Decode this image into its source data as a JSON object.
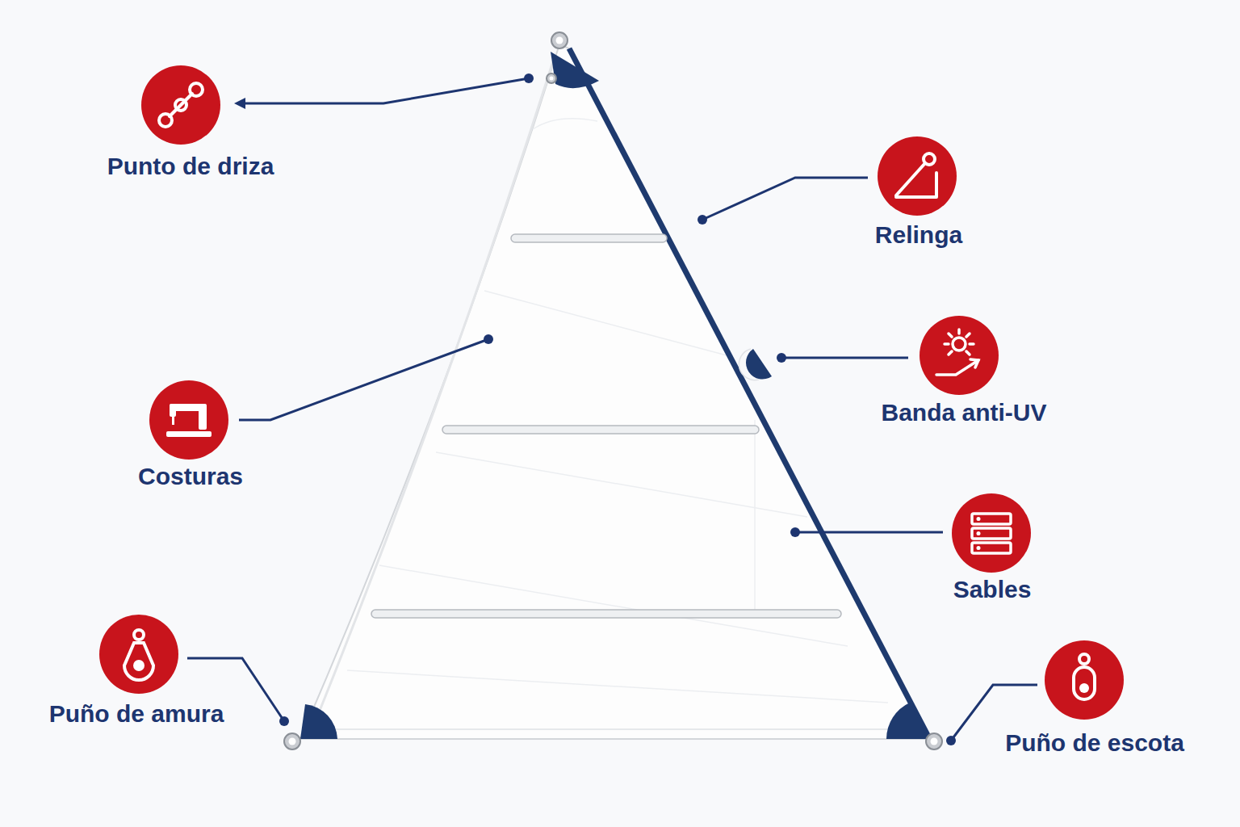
{
  "diagram": {
    "labels": [
      "Punto de driza",
      "Relinga",
      "Costuras",
      "Banda anti-UV",
      "Sables",
      "Puño de amura",
      "Puño de escota"
    ]
  }
}
